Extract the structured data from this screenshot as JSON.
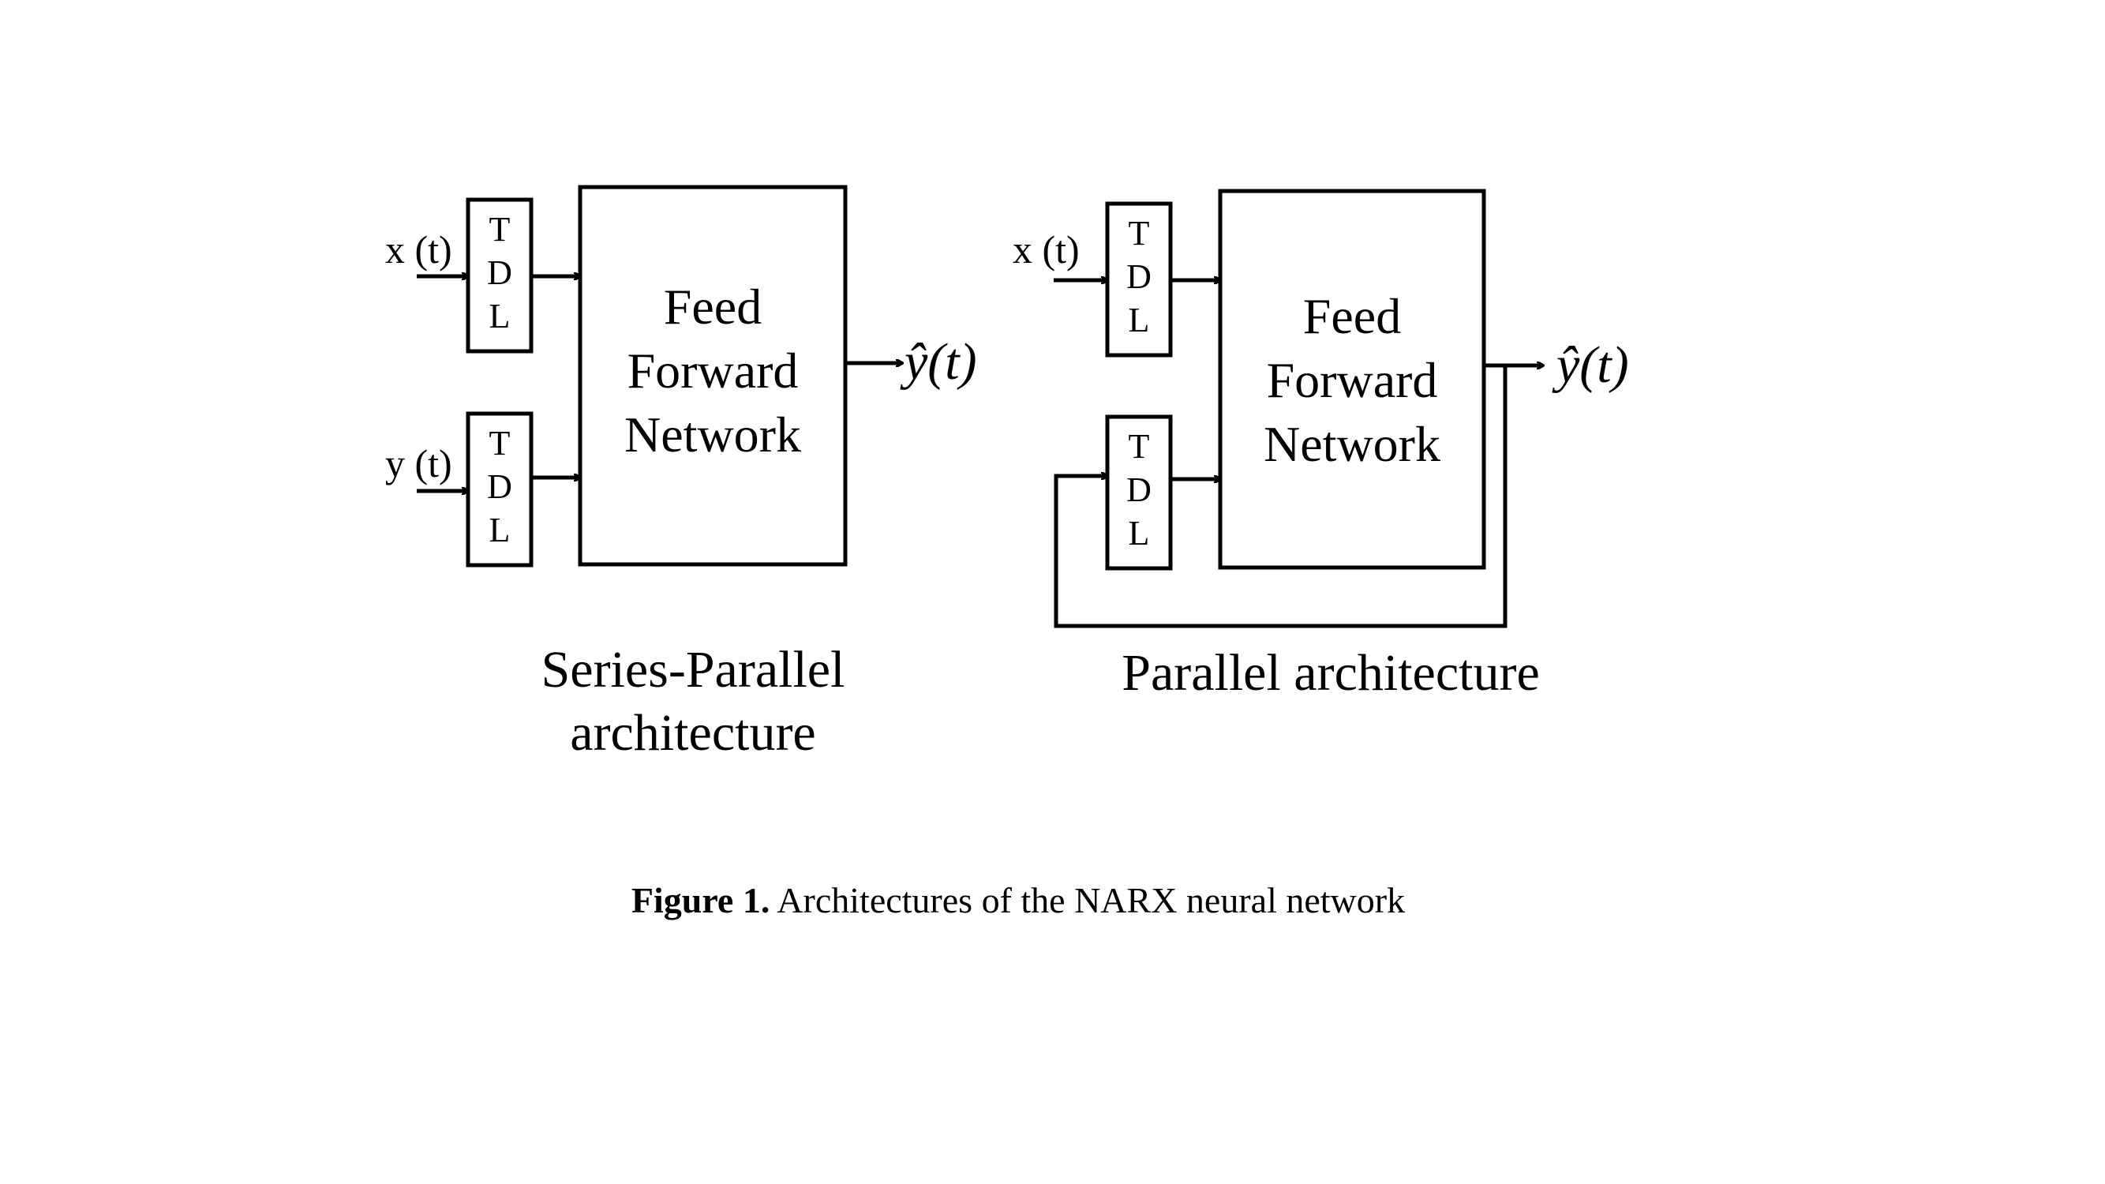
{
  "left": {
    "inputs": [
      "x (t)",
      "y (t)"
    ],
    "tdl_letters": [
      "T",
      "D",
      "L"
    ],
    "network_lines": [
      "Feed",
      "Forward",
      "Network"
    ],
    "output": "ŷ(t)",
    "title_lines": [
      "Series-Parallel",
      "architecture"
    ]
  },
  "right": {
    "inputs": [
      "x (t)"
    ],
    "tdl_letters": [
      "T",
      "D",
      "L"
    ],
    "network_lines": [
      "Feed",
      "Forward",
      "Network"
    ],
    "output": "ŷ(t)",
    "title": "Parallel architecture"
  },
  "caption": {
    "label": "Figure 1.",
    "text": " Architectures of the NARX neural network"
  }
}
